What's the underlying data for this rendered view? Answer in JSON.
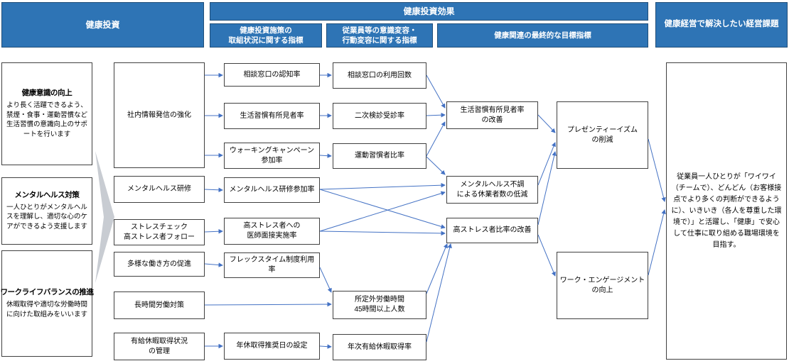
{
  "headers": {
    "invest": "健康投資",
    "effect": "健康投資効果",
    "sub_initiative": "健康投資施策の\n取組状況に関する指標",
    "sub_awareness": "従業員等の意識変容・\n行動変容に関する指標",
    "sub_final": "健康関連の最終的な目標指標",
    "goal": "健康経営で解決したい経営課題"
  },
  "nodes": {
    "invest1": {
      "title": "健康意識の向上",
      "desc": "より長く活躍できるよう、禁煙・食事・運動習慣など生活習慣の意識向上のサポートを行います"
    },
    "invest2": {
      "title": "メンタルヘルス対策",
      "desc": "一人ひとりがメンタルヘルスを理解し、適切な心のケアができるよう支援します"
    },
    "invest3": {
      "title": "ワークライフバランスの推進",
      "desc": "休暇取得や適切な労働時間に向けた取組みをいいます"
    },
    "m1": {
      "title": "社内情報発信の強化"
    },
    "m2": {
      "title": "メンタルヘルス研修"
    },
    "m3": {
      "title": "ストレスチェック\n高ストレス者フォロー"
    },
    "m4": {
      "title": "多様な働き方の促進"
    },
    "m5": {
      "title": "長時間労働対策"
    },
    "m6": {
      "title": "有給休暇取得状況\nの管理"
    },
    "k1": {
      "title": "相談窓口の認知率"
    },
    "k2": {
      "title": "生活習慣有所見者率"
    },
    "k3": {
      "title": "ウォーキングキャンペーン\n参加率"
    },
    "k4": {
      "title": "メンタルヘルス研修参加率"
    },
    "k5": {
      "title": "高ストレス者への\n医師面接実施率"
    },
    "k6": {
      "title": "フレックスタイム制度利用率"
    },
    "k7": {
      "title": "年休取得推奨日の設定"
    },
    "b1": {
      "title": "相談窓口の利用回数"
    },
    "b2": {
      "title": "二次検診受診率"
    },
    "b3": {
      "title": "運動習慣者比率"
    },
    "b4": {
      "title": "所定外労働時間\n45時間以上人数"
    },
    "b5": {
      "title": "年次有給休暇取得率"
    },
    "g1": {
      "title": "生活習慣有所見者率\nの改善"
    },
    "g2": {
      "title": "メンタルヘルス不調\nによる休業者数の低減"
    },
    "g3": {
      "title": "高ストレス者比率の改善"
    },
    "f1": {
      "title": "プレゼンティーイズム\nの削減"
    },
    "f2": {
      "title": "ワーク・エンゲージメント\nの向上"
    },
    "goal": {
      "title": "従業員一人ひとりが「ワイワイ（チームで）、どんどん（お客様接点でより多くの判断ができるように）、いきいき（各人を尊重した環境で）」と活躍し、「健康」で安心して仕事に取り組める職場環境を目指す。"
    }
  },
  "edges": [
    {
      "from": "m1",
      "to": "k1"
    },
    {
      "from": "m1",
      "to": "k2"
    },
    {
      "from": "m1",
      "to": "k3"
    },
    {
      "from": "m2",
      "to": "k4"
    },
    {
      "from": "m3",
      "to": "k5"
    },
    {
      "from": "m4",
      "to": "k6"
    },
    {
      "from": "m5",
      "to": "b4"
    },
    {
      "from": "m6",
      "to": "k7"
    },
    {
      "from": "k1",
      "to": "b1"
    },
    {
      "from": "k2",
      "to": "b2"
    },
    {
      "from": "k3",
      "to": "b3"
    },
    {
      "from": "k6",
      "to": "b4"
    },
    {
      "from": "k7",
      "to": "b5"
    },
    {
      "from": "k4",
      "to": "g2"
    },
    {
      "from": "k4",
      "to": "g3"
    },
    {
      "from": "k5",
      "to": "g2"
    },
    {
      "from": "k5",
      "to": "g3"
    },
    {
      "from": "b1",
      "to": "g1"
    },
    {
      "from": "b2",
      "to": "g1"
    },
    {
      "from": "b3",
      "to": "g1"
    },
    {
      "from": "b3",
      "to": "g2"
    },
    {
      "from": "b4",
      "to": "g3"
    },
    {
      "from": "b5",
      "to": "g3"
    },
    {
      "from": "g1",
      "to": "f1"
    },
    {
      "from": "g2",
      "to": "f1"
    },
    {
      "from": "g3",
      "to": "f1"
    },
    {
      "from": "g3",
      "to": "f2"
    },
    {
      "from": "f1",
      "to": "goal"
    },
    {
      "from": "f2",
      "to": "goal"
    }
  ],
  "colors": {
    "header_bg": "#2e74b5",
    "header_border": "#1f4e79",
    "box_border": "#404040",
    "edge": "#4472c4",
    "flow_arrow": "#c8ccd2"
  }
}
